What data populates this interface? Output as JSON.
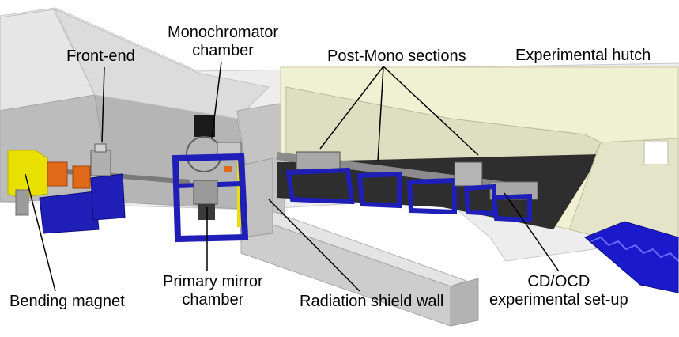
{
  "labels": {
    "monochromator": [
      "Monochromator",
      "chamber"
    ],
    "front_end": [
      "Front-end"
    ],
    "post_mono": [
      "Post-Mono sections"
    ],
    "experimental_hutch": [
      "Experimental hutch"
    ],
    "bending_magnet": [
      "Bending magnet"
    ],
    "primary_mirror": [
      "Primary mirror",
      "chamber"
    ],
    "radiation_shield": [
      "Radiation shield wall"
    ],
    "cd_ocd": [
      "CD/OCD",
      "experimental set-up"
    ]
  },
  "colors": {
    "floor": "#ededed",
    "wall_light": "#d4d4d4",
    "wall_mid": "#b8b8b8",
    "wall_dark": "#9a9a9a",
    "hutch": "#f0f0d2",
    "hutch_inner": "#2e2e2e",
    "support_blue": "#1f1fb8",
    "magnet_yellow": "#e8e000",
    "magnet_orange": "#e06a1a",
    "beamline_gray": "#8c8c8c",
    "chamber_black": "#1a1a1a",
    "stairs_blue": "#1a1acc"
  }
}
